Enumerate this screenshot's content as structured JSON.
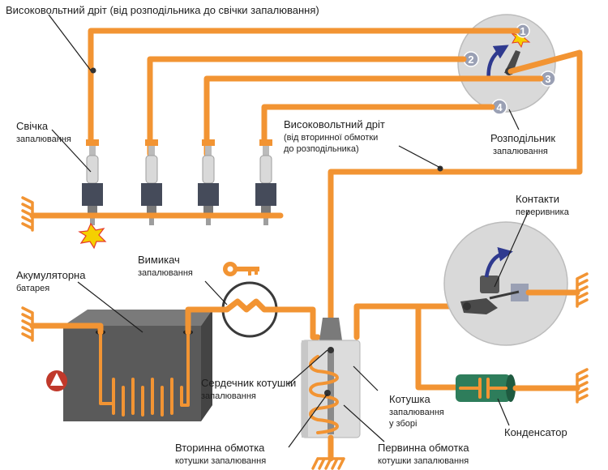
{
  "labels": {
    "hv_wire_dist_to_plug": "Високовольтний дріт (від розподільника до свічки запалювання)",
    "spark_plug_line1": "Свічка",
    "spark_plug_line2": "запалювання",
    "hv_wire_coil_line1": "Високовольтний дріт",
    "hv_wire_coil_line2": "(від вторинної обмотки",
    "hv_wire_coil_line3": "до розподільника)",
    "distributor_line1": "Розподільник",
    "distributor_line2": "запалювання",
    "breaker_line1": "Контакти",
    "breaker_line2": "переривника",
    "battery_line1": "Акумуляторна",
    "battery_line2": "батарея",
    "switch_line1": "Вимикач",
    "switch_line2": "запалювання",
    "core_line1": "Сердечник котушки",
    "core_line2": "запалювання",
    "coil_line1": "Котушка",
    "coil_line2": "запалювання",
    "coil_line3": "у зборі",
    "secondary_line1": "Вторинна обмотка",
    "secondary_line2": "котушки запалювання",
    "primary_line1": "Первинна обмотка",
    "primary_line2": "котушки запалювання",
    "condenser": "Конденсатор"
  },
  "terminals": [
    "1",
    "2",
    "3",
    "4"
  ],
  "icons": {
    "key": "key-icon",
    "rotation_arrow": "rotation-arrow-icon",
    "spark": "spark-icon",
    "watermark": "logo-icon"
  },
  "colors": {
    "wire": "#f29433",
    "distributor_body": "#d9d9d9",
    "terminal": "#9aa0b4",
    "arrow": "#2f3a8f",
    "battery": "#5a5a5a",
    "condenser": "#2e7d5b",
    "spark": "#f5d000"
  }
}
